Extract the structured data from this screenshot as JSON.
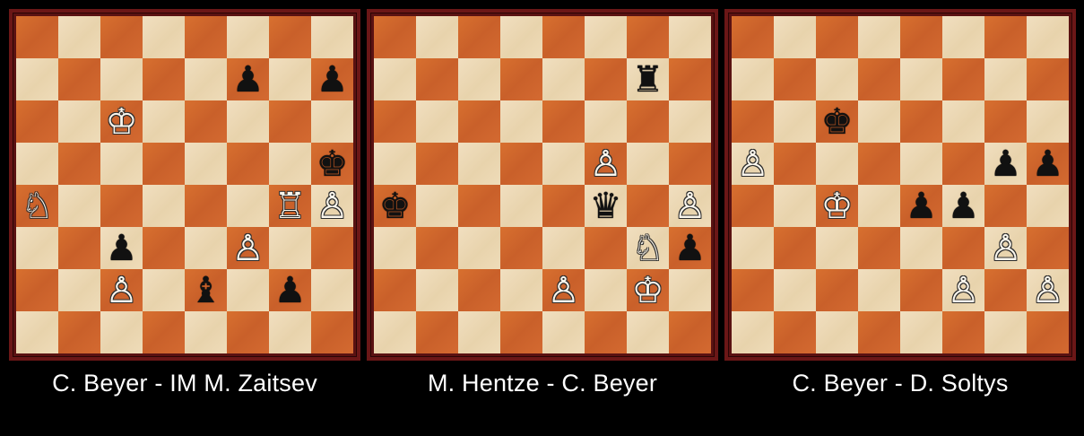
{
  "boards": [
    {
      "caption": "C. Beyer - IM M. Zaitsev",
      "pieces": [
        {
          "square": "f7",
          "color": "b",
          "type": "pawn"
        },
        {
          "square": "h7",
          "color": "b",
          "type": "pawn"
        },
        {
          "square": "c6",
          "color": "w",
          "type": "king"
        },
        {
          "square": "h5",
          "color": "b",
          "type": "king"
        },
        {
          "square": "a4",
          "color": "w",
          "type": "knight"
        },
        {
          "square": "g4",
          "color": "w",
          "type": "rook"
        },
        {
          "square": "h4",
          "color": "w",
          "type": "pawn"
        },
        {
          "square": "c3",
          "color": "b",
          "type": "pawn"
        },
        {
          "square": "f3",
          "color": "w",
          "type": "pawn"
        },
        {
          "square": "c2",
          "color": "w",
          "type": "pawn"
        },
        {
          "square": "e2",
          "color": "b",
          "type": "bishop"
        },
        {
          "square": "g2",
          "color": "b",
          "type": "pawn"
        }
      ]
    },
    {
      "caption": "M. Hentze - C. Beyer",
      "pieces": [
        {
          "square": "g7",
          "color": "b",
          "type": "rook"
        },
        {
          "square": "f5",
          "color": "w",
          "type": "pawn"
        },
        {
          "square": "a4",
          "color": "b",
          "type": "king"
        },
        {
          "square": "f4",
          "color": "b",
          "type": "queen"
        },
        {
          "square": "h4",
          "color": "w",
          "type": "pawn"
        },
        {
          "square": "g3",
          "color": "w",
          "type": "knight"
        },
        {
          "square": "h3",
          "color": "b",
          "type": "pawn"
        },
        {
          "square": "e2",
          "color": "w",
          "type": "pawn"
        },
        {
          "square": "g2",
          "color": "w",
          "type": "king"
        }
      ]
    },
    {
      "caption": "C. Beyer - D. Soltys",
      "pieces": [
        {
          "square": "c6",
          "color": "b",
          "type": "king"
        },
        {
          "square": "a5",
          "color": "w",
          "type": "pawn"
        },
        {
          "square": "g5",
          "color": "b",
          "type": "pawn"
        },
        {
          "square": "h5",
          "color": "b",
          "type": "pawn"
        },
        {
          "square": "c4",
          "color": "w",
          "type": "king"
        },
        {
          "square": "e4",
          "color": "b",
          "type": "pawn"
        },
        {
          "square": "f4",
          "color": "b",
          "type": "pawn"
        },
        {
          "square": "g3",
          "color": "w",
          "type": "pawn"
        },
        {
          "square": "f2",
          "color": "w",
          "type": "pawn"
        },
        {
          "square": "h2",
          "color": "w",
          "type": "pawn"
        }
      ]
    }
  ],
  "colors": {
    "light_square": "#ecd7b2",
    "dark_square": "#cf672c",
    "frame": "#6b1717",
    "background": "#000000",
    "caption_text": "#ffffff"
  }
}
